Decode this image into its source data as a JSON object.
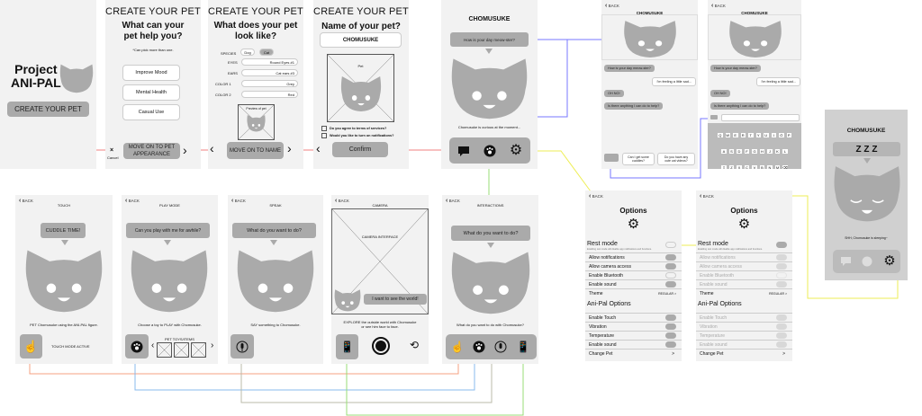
{
  "colors": {
    "screen": "#f2f2f2",
    "accent_gray": "#aaaaaa",
    "flow_red": "#f08080",
    "flow_blue": "#7777ff",
    "flow_yellow": "#eeee55",
    "flow_green": "#99dd77"
  },
  "landing": {
    "title_line1": "Project",
    "title_line2": "ANI-PAL",
    "cta": "CREATE YOUR PET"
  },
  "step1": {
    "title": "CREATE YOUR PET",
    "question": "What can your pet help you?",
    "hint": "*Can pick more than one.",
    "options": [
      "Improve Mood",
      "Mental Health",
      "Casual Use"
    ],
    "cancel": "Cancel",
    "next": "MOVE ON TO PET APPEARANCE"
  },
  "step2": {
    "title": "CREATE YOUR PET",
    "question": "What does your pet look like?",
    "species_label": "SPECIES",
    "species": [
      "Dog",
      "Cat"
    ],
    "fields": [
      {
        "label": "EYES",
        "value": "Round Eyes #1"
      },
      {
        "label": "EARS",
        "value": "Cat ears #3"
      },
      {
        "label": "COLOR 1",
        "value": "Grey"
      },
      {
        "label": "COLOR 2",
        "value": "Red"
      }
    ],
    "preview": "Preview of pet",
    "next": "MOVE ON TO NAME"
  },
  "step3": {
    "title": "CREATE YOUR PET",
    "question": "Name of your pet?",
    "name": "CHOMUSUKE",
    "pet_label": "Pet",
    "check1": "Do you agree to terms of services?",
    "check2": "Would you like to turn on notifications?",
    "confirm": "Confirm"
  },
  "home": {
    "name": "CHOMUSUKE",
    "bubble": "How is your day meow-ster?",
    "status": "Chomusuke is curious at the moment..."
  },
  "chat": {
    "back": "BACK",
    "name": "CHOMUSUKE",
    "messages": [
      {
        "from": "pet",
        "text": "How is your day meow-ster?"
      },
      {
        "from": "me",
        "text": "I'm feeling a little sad..."
      },
      {
        "from": "pet",
        "text": "OH NO!"
      },
      {
        "from": "pet",
        "text": "Is there anything I can do to help?"
      }
    ],
    "suggestions": [
      "Can I get some cuddles?",
      "Do you have any cute cat videos?"
    ],
    "keyboard": [
      [
        "Q",
        "W",
        "E",
        "R",
        "T",
        "Y",
        "U",
        "I",
        "Ö",
        "P"
      ],
      [
        "A",
        "S",
        "D",
        "F",
        "G",
        "H",
        "J",
        "K",
        "L"
      ],
      [
        "⇧",
        "Z",
        "X",
        "C",
        "V",
        "B",
        "N",
        "M",
        "⌫"
      ],
      [
        "123",
        "☺",
        "",
        "?!",
        "↵"
      ]
    ]
  },
  "sleep": {
    "name": "CHOMUSUKE",
    "bubble": "Z Z Z",
    "status": "SHH, Chomusuke is sleeping~"
  },
  "options": {
    "back": "BACK",
    "title": "Options",
    "rest_mode": "Rest mode",
    "rest_desc": "Enabling rest mode will disable app notifications and functions.",
    "general": [
      "Allow notifications",
      "Allow camera access",
      "Enable Bluetooth",
      "Enable sound"
    ],
    "theme_label": "Theme",
    "theme_value": "REGULAR >",
    "anipal_title": "Ani-Pal Options",
    "anipal": [
      "Enable Touch",
      "Vibration",
      "Temperature",
      "Enable sound"
    ],
    "change_pet": "Change Pet",
    "change_arrow": ">"
  },
  "touch": {
    "back": "BACK",
    "title": "TOUCH",
    "bubble": "CUDDLE TIME!",
    "desc": "PET Chomusuke using the ANI-PAL figure.",
    "mode": "TOUCH MODE ACTIVE"
  },
  "play": {
    "back": "BACK",
    "title": "PLAY MODE",
    "bubble": "Can you play with me for awhile?",
    "desc": "Choose a toy to PLAY with Chomusuke.",
    "toys_label": "PET TOYS/ITEMS"
  },
  "speak": {
    "back": "BACK",
    "title": "SPEAK",
    "bubble": "What do you want to do?",
    "desc": "SAY something to Chomusuke."
  },
  "camera": {
    "back": "BACK",
    "title": "CAMERA",
    "interface": "CAMERA INTERFACE",
    "bubble": "I want to see the world!",
    "desc": "EXPLORE the outside world with Chomusuke or see him face to face."
  },
  "interactions": {
    "back": "BACK",
    "title": "INTERACTIONS",
    "bubble": "What do you want to do?",
    "desc": "What do you want to do with Chomusuke?"
  }
}
